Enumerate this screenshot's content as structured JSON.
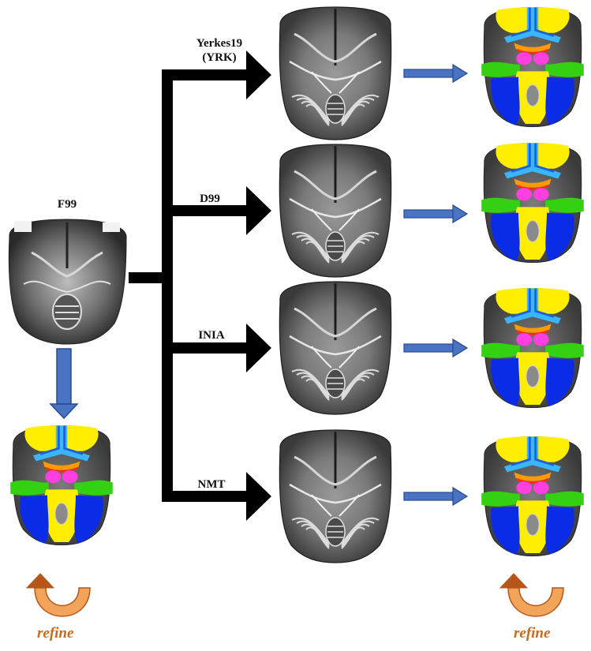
{
  "source": {
    "label": "F99"
  },
  "targets": [
    {
      "label": "Yerkes19\n(YRK)",
      "line1": "Yerkes19",
      "line2": "(YRK)"
    },
    {
      "label": "D99"
    },
    {
      "label": "INIA"
    },
    {
      "label": "NMT"
    }
  ],
  "refine_labels": [
    "refine",
    "refine"
  ],
  "colors": {
    "connector": "#000000",
    "blue_arrow": "#4a73c4",
    "blue_arrow_border": "#2a4a8e",
    "refine": "#c86a1e",
    "refine_arrow_light": "#f2a55a",
    "refine_arrow_dark": "#b8561a",
    "brain_gray_dark": "#3a3a3a",
    "brain_gray_mid": "#8a8a8a",
    "brain_gray_light": "#c8c8c8",
    "roi_yellow": "#ffee00",
    "roi_blue": "#0a2ce6",
    "roi_green": "#33d111",
    "roi_magenta": "#ff3fe0",
    "roi_cyan": "#39b6ff",
    "roi_red": "#ff2a1a",
    "roi_orange": "#ff9a00"
  },
  "icons": {
    "brain": "brain-slice-image",
    "segmentation": "segmented-brain-image",
    "flow_arrow": "block-arrow-icon",
    "refine_arrow": "curved-refine-arrow-icon"
  }
}
